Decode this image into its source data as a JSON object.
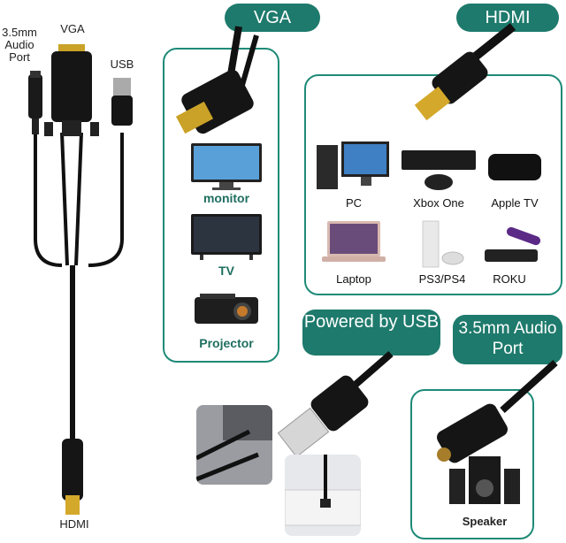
{
  "cable_labels": {
    "audio": "3.5mm\nAudio\nPort",
    "vga": "VGA",
    "usb": "USB",
    "hdmi": "HDMI"
  },
  "vga_panel": {
    "title": "VGA",
    "devices": [
      "monitor",
      "TV",
      "Projector"
    ]
  },
  "hdmi_panel": {
    "title": "HDMI",
    "devices": [
      "PC",
      "Xbox One",
      "Apple TV",
      "Laptop",
      "PS3/PS4",
      "ROKU"
    ]
  },
  "usb_section": {
    "title": "Powered by USB"
  },
  "audio_section": {
    "title": "3.5mm Audio Port",
    "device": "Speaker"
  },
  "colors": {
    "accent": "#1e7a6c",
    "panel_border": "#1e8a78"
  }
}
